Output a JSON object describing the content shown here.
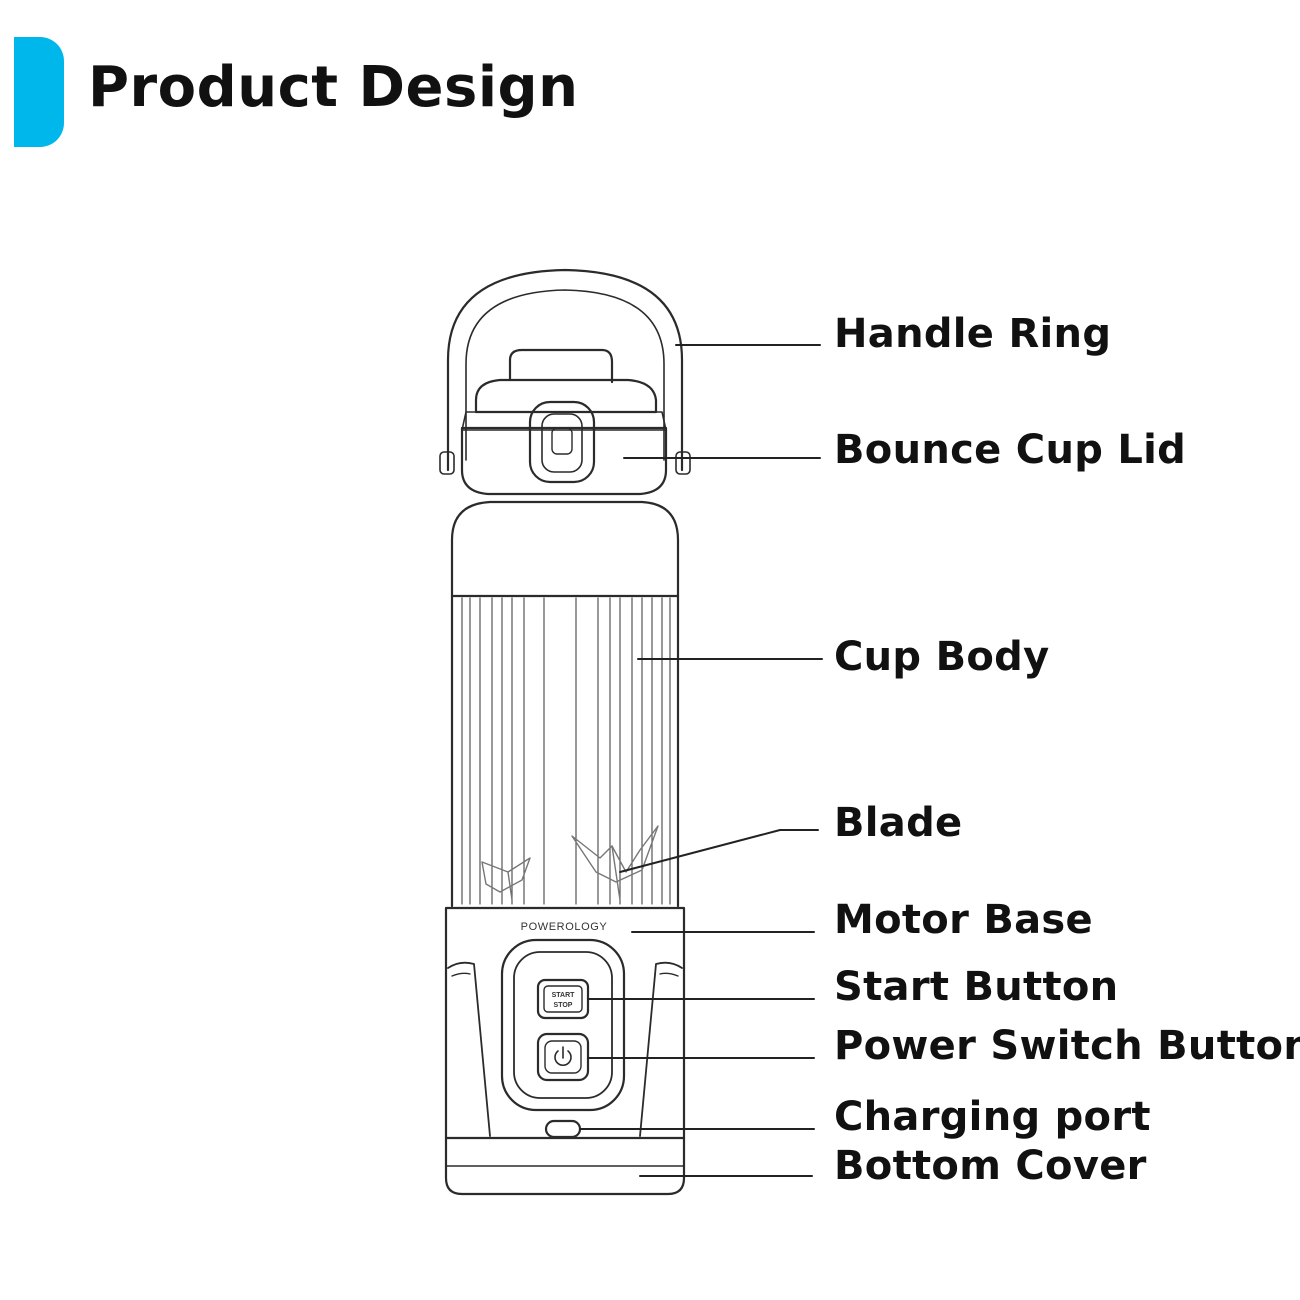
{
  "header": {
    "title": "Product Design",
    "accent_color": "#00b7ec"
  },
  "diagram": {
    "product_brand": "POWEROLOGY",
    "button_text_line1": "START",
    "button_text_line2": "STOP",
    "parts": [
      {
        "id": "handle-ring",
        "label": "Handle Ring"
      },
      {
        "id": "bounce-cup-lid",
        "label": "Bounce Cup Lid"
      },
      {
        "id": "cup-body",
        "label": "Cup Body"
      },
      {
        "id": "blade",
        "label": "Blade"
      },
      {
        "id": "motor-base",
        "label": "Motor Base"
      },
      {
        "id": "start-button",
        "label": "Start Button"
      },
      {
        "id": "power-switch-button",
        "label": "Power Switch Button"
      },
      {
        "id": "charging-port",
        "label": "Charging port"
      },
      {
        "id": "bottom-cover",
        "label": "Bottom Cover"
      }
    ]
  }
}
